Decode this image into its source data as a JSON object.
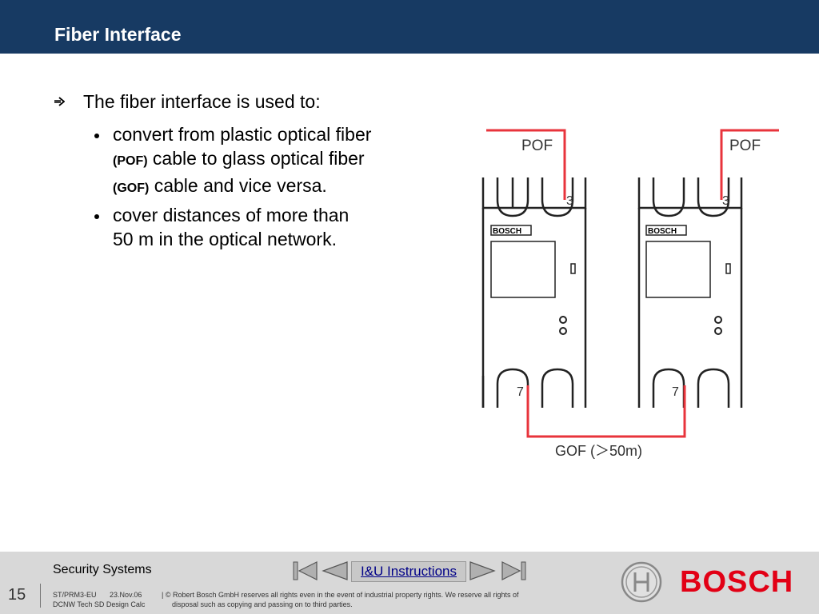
{
  "header": {
    "title": "Fiber Interface"
  },
  "content": {
    "intro": "The fiber interface is used to:",
    "bullet1": {
      "line1": "convert from plastic optical fiber",
      "pof_abbr": "(POF)",
      "line2_rest": " cable to glass optical fiber",
      "gof_abbr": "(GOF)",
      "line3_rest": " cable and vice versa."
    },
    "bullet2": {
      "line1": "cover distances of more than",
      "line2": "50 m in the optical network."
    }
  },
  "diagram": {
    "pof_left": "POF",
    "pof_right": "POF",
    "port_top_left": "3",
    "port_top_right": "3",
    "port_bottom_left": "7",
    "port_bottom_right": "7",
    "brand_left": "BOSCH",
    "brand_right": "BOSCH",
    "gof_label": "GOF (＞50m)",
    "colors": {
      "cable": "#e8343c",
      "device": "#222222"
    }
  },
  "footer": {
    "page_number": "15",
    "division": "Security Systems",
    "doc_id": "ST/PRM3-EU",
    "date": "23.Nov.06",
    "doc_name": "DCNW Tech SD Design Calc",
    "copyright_line1": "| © Robert Bosch GmbH reserves all rights even in the event of industrial property rights. We reserve all rights of",
    "copyright_line2": "disposal such as copying and passing on to third parties.",
    "nav_button_label": "I&U Instructions",
    "logo_text": "BOSCH"
  }
}
